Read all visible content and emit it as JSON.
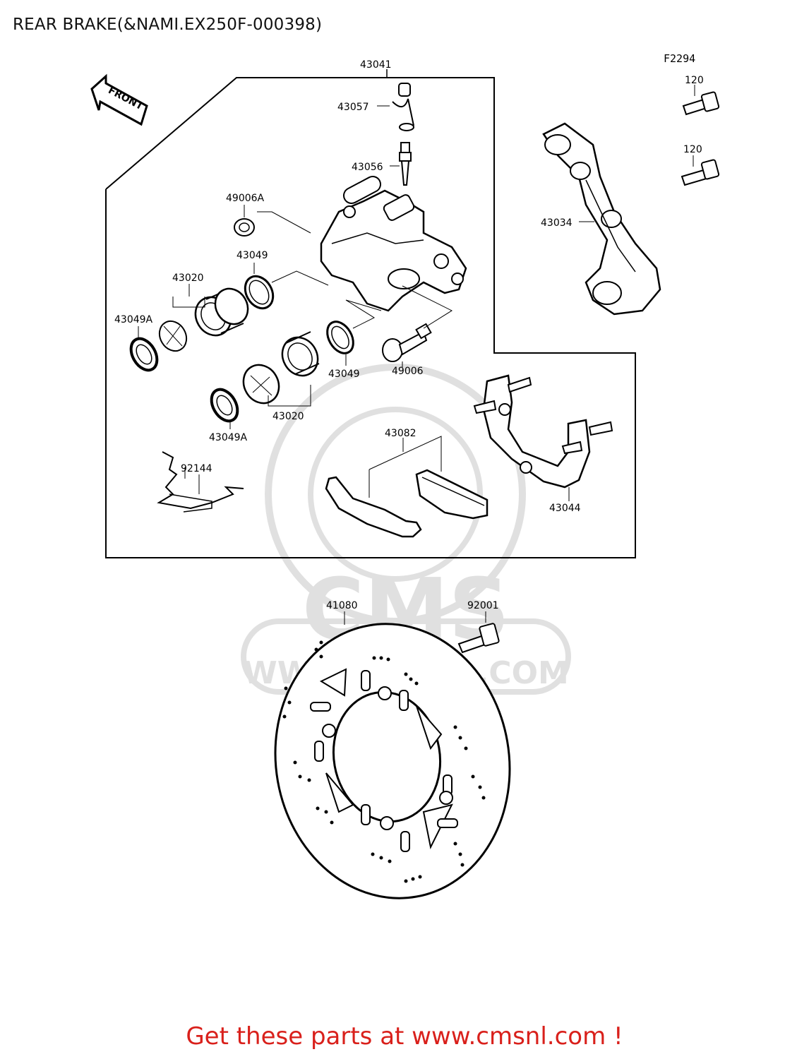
{
  "title": "REAR BRAKE(&NAMI.EX250F-000398)",
  "diagram_code": "F2294",
  "front_arrow_label": "FRONT",
  "watermark": {
    "brand": "CMS",
    "url": "WWW.CMSNL.COM"
  },
  "promo_text": "Get these parts at www.cmsnl.com !",
  "parts": {
    "caliper_assy": "43041",
    "bleed_cap": "43057",
    "bleed_valve": "43056",
    "boot_49006A": "49006A",
    "seal_43049_upper": "43049",
    "piston_43020_upper": "43020",
    "seal_43049A_upper": "43049A",
    "seal_43049_lower": "43049",
    "slide_pin_boot": "49006",
    "piston_43020_lower": "43020",
    "seal_43049A_lower": "43049A",
    "pad_spring": "92144",
    "pad_set": "43082",
    "bracket": "43044",
    "torque_arm": "43034",
    "bolt_120_a": "120",
    "bolt_120_b": "120",
    "disc": "41080",
    "disc_bolt": "92001"
  }
}
